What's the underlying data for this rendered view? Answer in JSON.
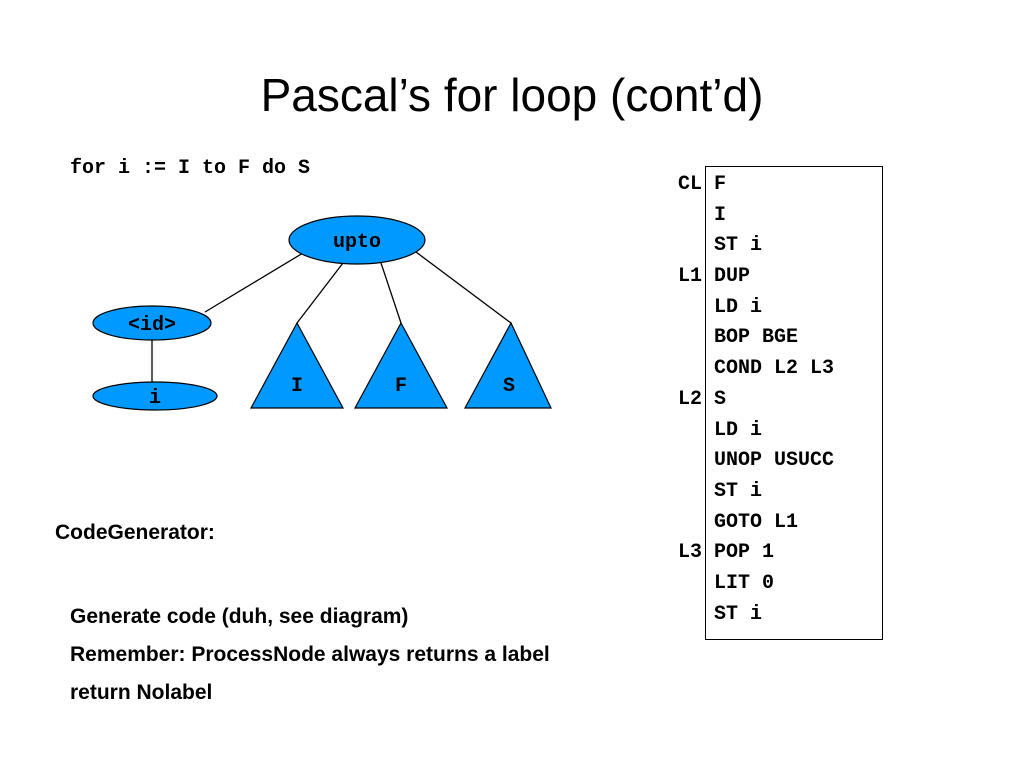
{
  "title": "Pascal’s for loop (cont’d)",
  "code_line": "for i := I to F do S",
  "tree": {
    "root": "upto",
    "id_node": "<id>",
    "var_node": "i",
    "subtrees": [
      "I",
      "F",
      "S"
    ]
  },
  "code_generator": {
    "heading": "CodeGenerator:",
    "bullets": [
      "Generate code (duh, see diagram)",
      "Remember: ProcessNode always returns a label",
      "return Nolabel"
    ]
  },
  "listing": [
    {
      "label": "CL",
      "instr": "F"
    },
    {
      "label": "",
      "instr": "I"
    },
    {
      "label": "",
      "instr": "ST i"
    },
    {
      "label": "L1",
      "instr": "DUP"
    },
    {
      "label": "",
      "instr": "LD i"
    },
    {
      "label": "",
      "instr": "BOP BGE"
    },
    {
      "label": "",
      "instr": "COND L2 L3"
    },
    {
      "label": "L2",
      "instr": "S"
    },
    {
      "label": "",
      "instr": "LD i"
    },
    {
      "label": "",
      "instr": "UNOP USUCC"
    },
    {
      "label": "",
      "instr": "ST i"
    },
    {
      "label": "",
      "instr": "GOTO L1"
    },
    {
      "label": "L3",
      "instr": "POP 1"
    },
    {
      "label": "",
      "instr": "LIT 0"
    },
    {
      "label": "",
      "instr": "ST i"
    }
  ],
  "colors": {
    "node_fill": "#0099ff",
    "stroke": "#000000"
  }
}
